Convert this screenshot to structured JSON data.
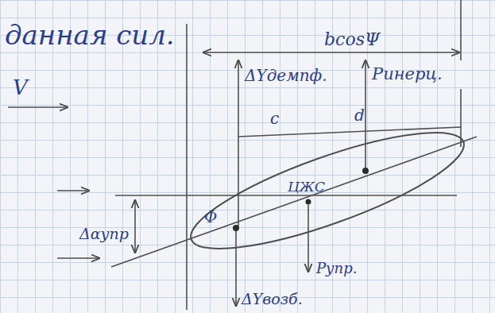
{
  "diagram": {
    "labels": [
      "данная сил.",
      "bcosΨ",
      "Ринерц.",
      "V",
      "ΔYдемпф.",
      "c",
      "d",
      "ЦЖС",
      "Φ",
      "Δαупр",
      "Рупр.",
      "ΔYвозб."
    ]
  }
}
